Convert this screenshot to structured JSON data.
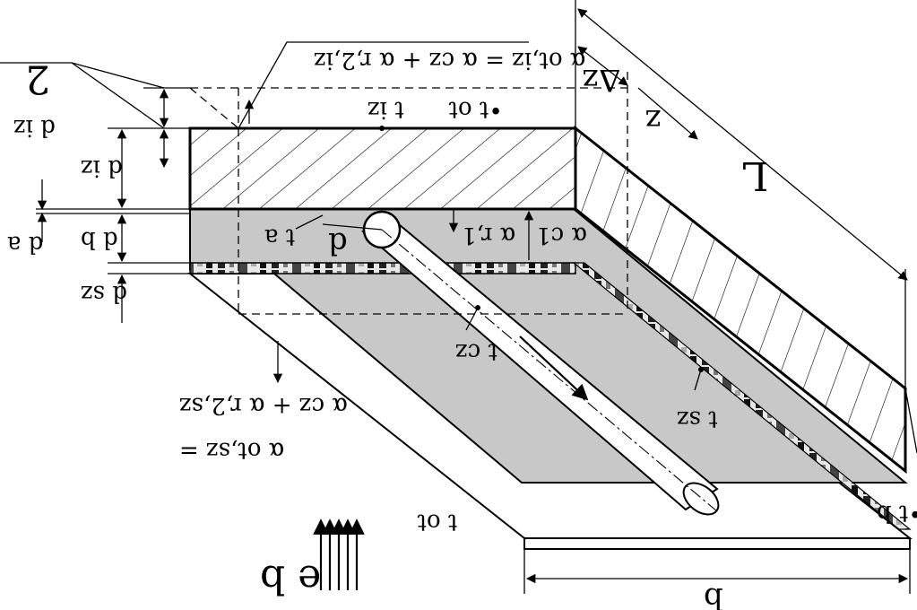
{
  "labels": {
    "L": "L",
    "b": "b",
    "z": "z",
    "delta_z": "Δz",
    "d_iz_half": "2",
    "d_iz_half_den": "d iz",
    "d_iz": "d iz",
    "d_b": "d b",
    "d_a": "d a",
    "d_sz": "d sz",
    "d": "d",
    "t_iz": "t iz",
    "t_ot_top": "•t ot",
    "t_ot_bottom": "t ot",
    "t_a": "t a",
    "t_cz": "t cz",
    "t_sz": "t sz",
    "t_b": "•t b",
    "alpha_r1": "α r,1",
    "alpha_c1": "α c1",
    "alpha_ot_iz": "α ot,iz = α cz + α r,2,iz",
    "alpha_sz_sum": "α cz + α r,2,sz",
    "alpha_ot_sz": "α ot,sz =",
    "e_b": "e b"
  },
  "colors": {
    "background": "#ffffff",
    "line": "#000000",
    "plate_fill": "#c8c8c8",
    "pipe_fill": "#ffffff"
  }
}
